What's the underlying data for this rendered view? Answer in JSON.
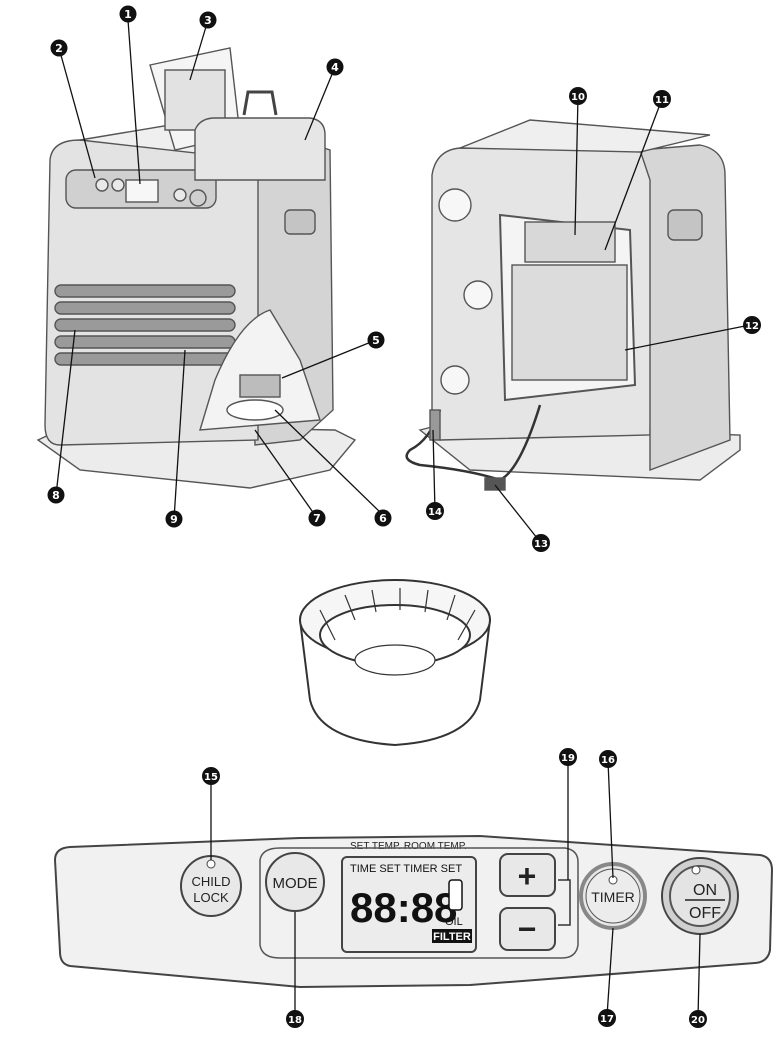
{
  "callouts": [
    "1",
    "2",
    "3",
    "4",
    "5",
    "6",
    "7",
    "8",
    "9",
    "10",
    "11",
    "12",
    "13",
    "14",
    "15",
    "16",
    "17",
    "18",
    "19",
    "20"
  ],
  "panel": {
    "header_label": "SET TEMP.  ROOM TEMP.",
    "child_lock_line1": "CHILD",
    "child_lock_line2": "LOCK",
    "mode_label": "MODE",
    "timer_label": "TIMER",
    "on_label": "ON",
    "off_label": "OFF",
    "plus_label": "+",
    "minus_label": "−",
    "lcd": {
      "top_labels": "TIME SET TIMER SET",
      "digits": "88:88",
      "oil_label": "OIL",
      "filter_label": "FILTER"
    }
  }
}
